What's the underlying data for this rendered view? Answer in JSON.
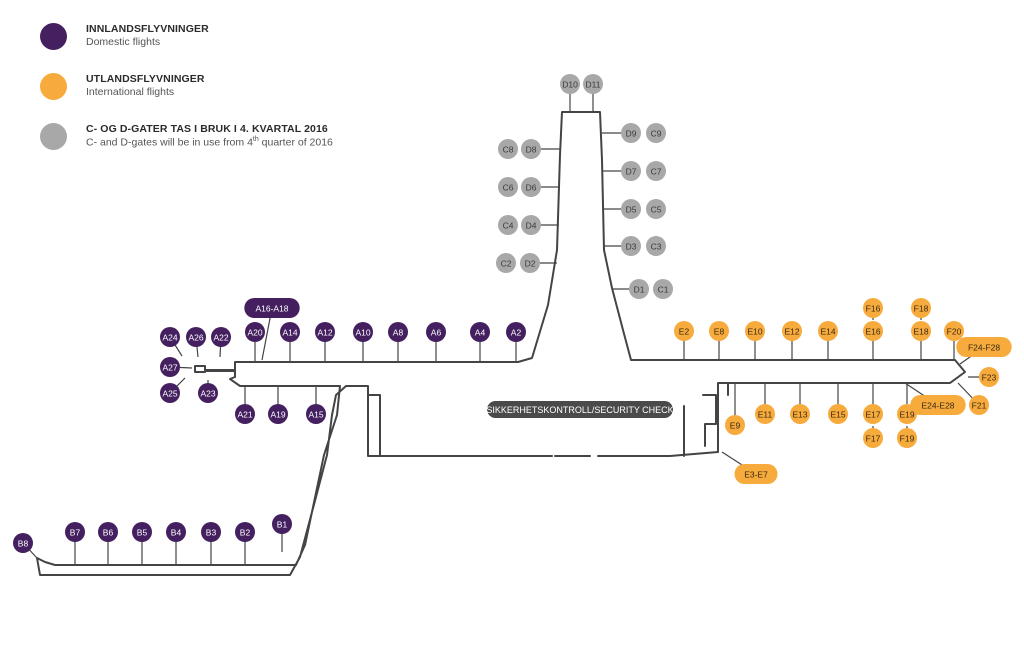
{
  "colors": {
    "domestic": "#452060",
    "international": "#f7ab3d",
    "future": "#a8a8a8",
    "wall": "#444444",
    "security_pill": "#4a4a4a"
  },
  "legend": [
    {
      "key": "domestic",
      "title": "INNLANDSFLYVNINGER",
      "subtitle": "Domestic flights"
    },
    {
      "key": "international",
      "title": "UTLANDSFLYVNINGER",
      "subtitle": "International flights"
    },
    {
      "key": "future",
      "title": "C- OG D-GATER TAS I BRUK I 4. KVARTAL 2016",
      "subtitle_pre": "C- and D-gates will be in use from 4",
      "subtitle_sup": "th",
      "subtitle_post": " quarter of 2016"
    }
  ],
  "security_check": "SIKKERHETSKONTROLL/SECURITY CHECK",
  "gates": {
    "domestic": [
      "A16-A18",
      "A24",
      "A26",
      "A22",
      "A20",
      "A14",
      "A12",
      "A10",
      "A8",
      "A6",
      "A4",
      "A2",
      "A27",
      "A25",
      "A23",
      "A21",
      "A19",
      "A15",
      "B8",
      "B7",
      "B6",
      "B5",
      "B4",
      "B3",
      "B2",
      "B1"
    ],
    "international": [
      "E2",
      "E8",
      "E10",
      "E12",
      "E14",
      "F16",
      "E16",
      "F18",
      "E18",
      "F20",
      "F24-F28",
      "F23",
      "F21",
      "E24-E28",
      "E9",
      "E11",
      "E13",
      "E15",
      "E17",
      "F17",
      "E19",
      "F19",
      "E3-E7"
    ],
    "future": [
      "D10",
      "D11",
      "C8",
      "D8",
      "D9",
      "C9",
      "C6",
      "D6",
      "D7",
      "C7",
      "C4",
      "D4",
      "D5",
      "C5",
      "C2",
      "D2",
      "D3",
      "C3",
      "D1",
      "C1"
    ]
  }
}
